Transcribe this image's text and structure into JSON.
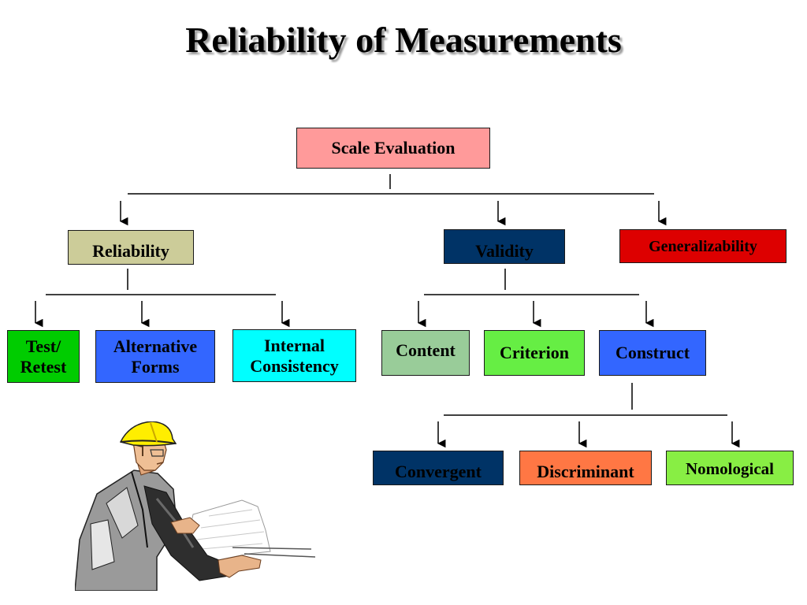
{
  "title": "Reliability of Measurements",
  "nodes": {
    "scale_evaluation": {
      "label": "Scale Evaluation",
      "color": "#ff9a9a"
    },
    "reliability": {
      "label": "Reliability",
      "color": "#cccc99"
    },
    "validity": {
      "label": "Validity",
      "color": "#003366"
    },
    "generalizability": {
      "label": "Generalizability",
      "color": "#dd0000"
    },
    "test_retest": {
      "line1": "Test/",
      "line2": "Retest",
      "color": "#00cc00"
    },
    "alternative_forms": {
      "line1": "Alternative",
      "line2": "Forms",
      "color": "#3366ff"
    },
    "internal_consistency": {
      "line1": "Internal",
      "line2": "Consistency",
      "color": "#00ffff"
    },
    "content": {
      "label": "Content",
      "color": "#99cc99"
    },
    "criterion": {
      "label": "Criterion",
      "color": "#66ee44"
    },
    "construct": {
      "label": "Construct",
      "color": "#3366ff"
    },
    "convergent": {
      "label": "Convergent",
      "color": "#003366"
    },
    "discriminant": {
      "label": "Discriminant",
      "color": "#ff7744"
    },
    "nomological": {
      "label": "Nomological",
      "color": "#88ee44"
    }
  },
  "illustration": {
    "icon": "construction-worker-with-blueprints-icon",
    "helmet_color": "#ffee00"
  }
}
